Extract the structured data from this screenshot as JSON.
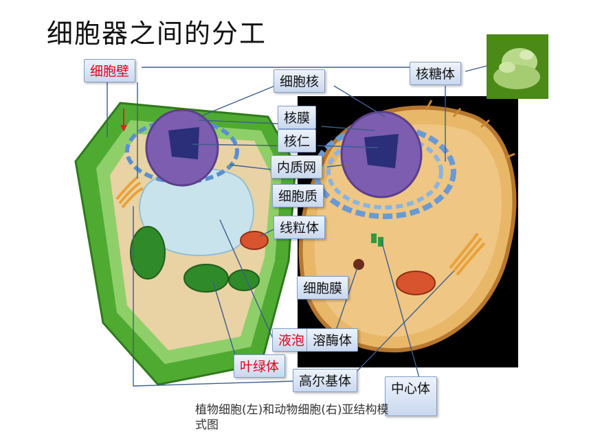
{
  "title": "细胞器之间的分工",
  "caption": "植物细胞(左)和动物细胞(右)亚结构模式图",
  "labels": {
    "cell_wall": "细胞壁",
    "nucleus": "细胞核",
    "ribosome": "核糖体",
    "nuclear_membrane": "核膜",
    "nucleolus": "核仁",
    "er": "内质网",
    "cytoplasm": "细胞质",
    "mitochondria": "线粒体",
    "cell_membrane": "细胞膜",
    "vacuole": "液泡",
    "lysosome": "溶酶体",
    "chloroplast": "叶绿体",
    "golgi": "高尔基体",
    "centrosome": "中心体"
  },
  "colors": {
    "label_highlight": "#e0001b",
    "label_bg": "#c9d8ef",
    "plant_wall": "#3f9a2c",
    "animal_bg": "#000000",
    "nucleus": "#6a4f9e",
    "ribosome_bg": "#4c8a18"
  }
}
